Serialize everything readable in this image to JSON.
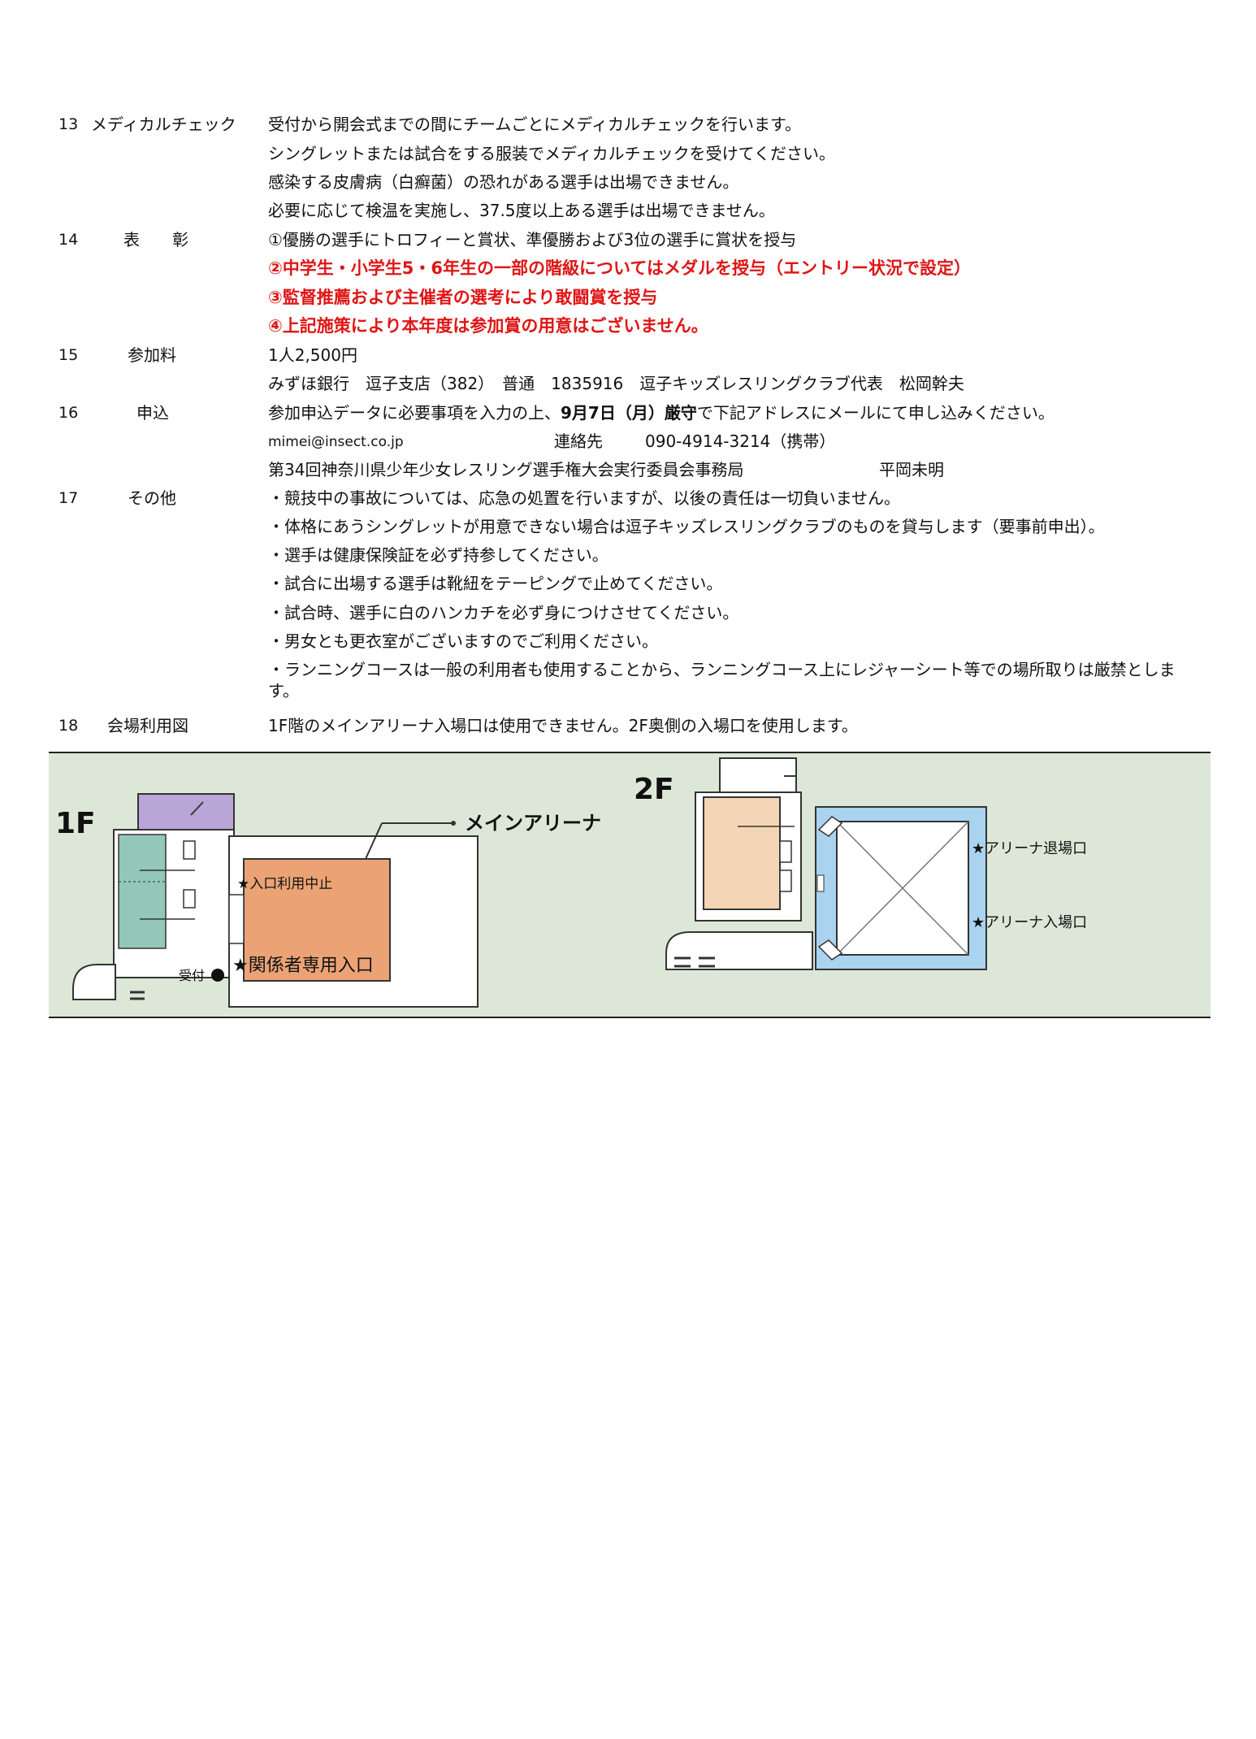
{
  "sections": [
    {
      "num": "13",
      "label": "メディカルチェック",
      "lines": [
        "受付から開会式までの間にチームごとにメディカルチェックを行います。",
        "シングレットまたは試合をする服装でメディカルチェックを受けてください。",
        "感染する皮膚病（白癬菌）の恐れがある選手は出場できません。",
        "必要に応じて検温を実施し、37.5度以上ある選手は出場できません。"
      ]
    },
    {
      "num": "14",
      "label": "表　　彰",
      "lines": [
        "①優勝の選手にトロフィーと賞状、準優勝および3位の選手に賞状を授与",
        "②中学生・小学生5・6年生の一部の階級についてはメダルを授与（エントリー状況で設定）",
        "③監督推薦および主催者の選考により敢闘賞を授与",
        "④上記施策により本年度は参加賞の用意はございません。"
      ]
    },
    {
      "num": "15",
      "label": "参加料",
      "lines": [
        "1人2,500円",
        "みずほ銀行　逗子支店（382）　普通　1835916　逗子キッズレスリングクラブ代表　松岡幹夫"
      ]
    },
    {
      "num": "16",
      "label": "申込",
      "line1_pre": "参加申込データに必要事項を入力の上、",
      "line1_bold": "9月7日（月）厳守",
      "line1_post": "で下記アドレスにメールにて申し込みください。",
      "email": "mimei@insect.co.jp",
      "contact_label": "連絡先",
      "contact_phone": "090-4914-3214（携帯）",
      "office": "第34回神奈川県少年少女レスリング選手権大会実行委員会事務局",
      "person": "平岡未明"
    },
    {
      "num": "17",
      "label": "その他",
      "lines": [
        "・競技中の事故については、応急の処置を行いますが、以後の責任は一切負いません。",
        "・体格にあうシングレットが用意できない場合は逗子キッズレスリングクラブのものを貸与します（要事前申出）。",
        "・選手は健康保険証を必ず持参してください。",
        "・試合に出場する選手は靴紐をテーピングで止めてください。",
        "・試合時、選手に白のハンカチを必ず身につけさせてください。",
        "・男女とも更衣室がございますのでご利用ください。",
        "・ランニングコースは一般の利用者も使用することから、ランニングコース上にレジャーシート等での場所取りは厳禁とします。"
      ]
    },
    {
      "num": "18",
      "label": "会場利用図",
      "lines": [
        "1F階のメインアリーナ入場口は使用できません。2F奥側の入場口を使用します。"
      ]
    }
  ],
  "map": {
    "floor1": "1F",
    "floor2": "2F",
    "main_arena": "メインアリーナ",
    "entrance_closed": "★入口利用中止",
    "staff_entrance": "★関係者専用入口",
    "reception": "受付",
    "arena_exit": "★アリーナ退場口",
    "arena_entrance": "★アリーナ入場口"
  },
  "colors": {
    "red_text": "#e01515",
    "map_bg": "#dde7d7",
    "arena_orange": "#eba375",
    "arena_2f_peach": "#f4d6b6",
    "purple": "#b9a6d6",
    "teal": "#93c7b9",
    "blue": "#a9d3ee"
  }
}
